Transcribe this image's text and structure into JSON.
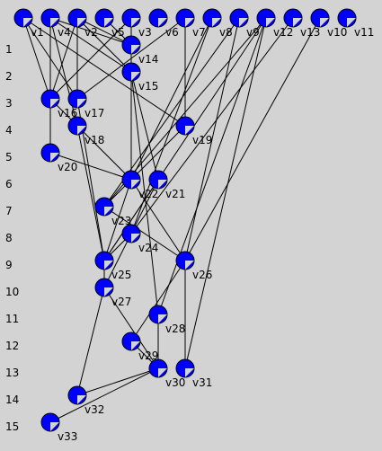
{
  "rows": [
    "1",
    "2",
    "3",
    "4",
    "5",
    "6",
    "7",
    "8",
    "9",
    "10",
    "11",
    "12",
    "13",
    "14",
    "15"
  ],
  "nodes": [
    {
      "id": "v1",
      "label": "v1",
      "row": 0
    },
    {
      "id": "v4",
      "label": "v4",
      "row": 0
    },
    {
      "id": "v2",
      "label": "v2",
      "row": 0
    },
    {
      "id": "v5",
      "label": "v5",
      "row": 0
    },
    {
      "id": "v3",
      "label": "v3",
      "row": 0
    },
    {
      "id": "v6",
      "label": "v6",
      "row": 0
    },
    {
      "id": "v7",
      "label": "v7",
      "row": 0
    },
    {
      "id": "v8",
      "label": "v8",
      "row": 0
    },
    {
      "id": "v9",
      "label": "v9",
      "row": 0
    },
    {
      "id": "v12",
      "label": "v12",
      "row": 0
    },
    {
      "id": "v13",
      "label": "v13",
      "row": 0
    },
    {
      "id": "v10",
      "label": "v10",
      "row": 0
    },
    {
      "id": "v11",
      "label": "v11",
      "row": 0
    },
    {
      "id": "v14",
      "label": "v14",
      "row": 1
    },
    {
      "id": "v15",
      "label": "v15",
      "row": 2
    },
    {
      "id": "v16",
      "label": "v16",
      "row": 3
    },
    {
      "id": "v17",
      "label": "v17",
      "row": 3
    },
    {
      "id": "v18",
      "label": "v18",
      "row": 4
    },
    {
      "id": "v19",
      "label": "v19",
      "row": 4
    },
    {
      "id": "v20",
      "label": "v20",
      "row": 5
    },
    {
      "id": "v22",
      "label": "v22",
      "row": 6
    },
    {
      "id": "v21",
      "label": "v21",
      "row": 6
    },
    {
      "id": "v23",
      "label": "v23",
      "row": 7
    },
    {
      "id": "v24",
      "label": "v24",
      "row": 8
    },
    {
      "id": "v25",
      "label": "v25",
      "row": 9
    },
    {
      "id": "v26",
      "label": "v26",
      "row": 9
    },
    {
      "id": "v27",
      "label": "v27",
      "row": 10
    },
    {
      "id": "v28",
      "label": "v28",
      "row": 11
    },
    {
      "id": "v29",
      "label": "v29",
      "row": 12
    },
    {
      "id": "v30",
      "label": "v30",
      "row": 13
    },
    {
      "id": "v31",
      "label": "v31",
      "row": 13
    },
    {
      "id": "v32",
      "label": "v32",
      "row": 14
    },
    {
      "id": "v33",
      "label": "v33",
      "row": 15
    }
  ],
  "edges": [
    [
      "v1",
      "v16"
    ],
    [
      "v1",
      "v17"
    ],
    [
      "v1",
      "v19"
    ],
    [
      "v4",
      "v14"
    ],
    [
      "v4",
      "v16"
    ],
    [
      "v4",
      "v18"
    ],
    [
      "v4",
      "v15"
    ],
    [
      "v2",
      "v15"
    ],
    [
      "v2",
      "v16"
    ],
    [
      "v2",
      "v17"
    ],
    [
      "v2",
      "v14"
    ],
    [
      "v5",
      "v14"
    ],
    [
      "v3",
      "v14"
    ],
    [
      "v3",
      "v16"
    ],
    [
      "v7",
      "v17"
    ],
    [
      "v7",
      "v19"
    ],
    [
      "v8",
      "v22"
    ],
    [
      "v8",
      "v24"
    ],
    [
      "v9",
      "v23"
    ],
    [
      "v9",
      "v26"
    ],
    [
      "v12",
      "v25"
    ],
    [
      "v12",
      "v28"
    ],
    [
      "v12",
      "v23"
    ],
    [
      "v12",
      "v31"
    ],
    [
      "v13",
      "v24"
    ],
    [
      "v10",
      "v26"
    ],
    [
      "v14",
      "v22"
    ],
    [
      "v15",
      "v21"
    ],
    [
      "v15",
      "v28"
    ],
    [
      "v16",
      "v18"
    ],
    [
      "v17",
      "v25"
    ],
    [
      "v18",
      "v25"
    ],
    [
      "v18",
      "v22"
    ],
    [
      "v19",
      "v23"
    ],
    [
      "v20",
      "v22"
    ],
    [
      "v20",
      "v16"
    ],
    [
      "v21",
      "v24"
    ],
    [
      "v22",
      "v26"
    ],
    [
      "v22",
      "v25"
    ],
    [
      "v23",
      "v26"
    ],
    [
      "v24",
      "v27"
    ],
    [
      "v24",
      "v25"
    ],
    [
      "v25",
      "v27"
    ],
    [
      "v26",
      "v29"
    ],
    [
      "v26",
      "v31"
    ],
    [
      "v27",
      "v30"
    ],
    [
      "v27",
      "v32"
    ],
    [
      "v28",
      "v30"
    ],
    [
      "v29",
      "v30"
    ],
    [
      "v30",
      "v32"
    ],
    [
      "v30",
      "v33"
    ],
    [
      "v21",
      "v25"
    ]
  ]
}
